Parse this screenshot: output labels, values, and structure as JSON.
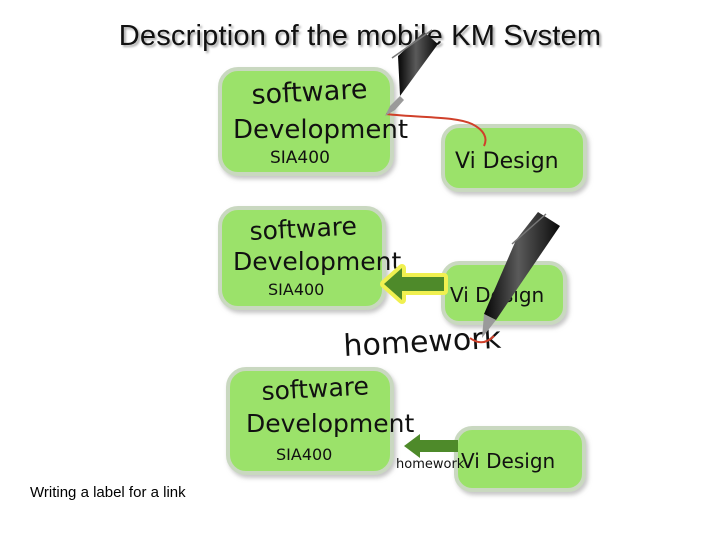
{
  "title": "Description of the mobile KM Svstem",
  "caption": "Writing a label for  a link",
  "panels": [
    {
      "course_box": {
        "line1": "software",
        "line2": "Development",
        "code": "SIA400"
      },
      "ui_box": {
        "label": "Vi Design"
      }
    },
    {
      "course_box": {
        "line1": "software",
        "line2": "Development",
        "code": "SIA400"
      },
      "ui_box": {
        "label": "Vi Design"
      },
      "handwritten_label": "homework"
    },
    {
      "course_box": {
        "line1": "software",
        "line2": "Development",
        "code": "SIA400"
      },
      "ui_box": {
        "label": "Vi Design"
      },
      "link_label": "homework"
    }
  ],
  "colors": {
    "node_fill": "#9be26a",
    "node_border": "#c9d8c0",
    "link_arrow": "#4e8a2a",
    "arrow_highlight": "#f0f050",
    "red_stroke": "#d0402a",
    "pen": "#1c1c1c"
  },
  "icons": [
    "stylus-pen-icon",
    "stylus-pen-icon"
  ]
}
